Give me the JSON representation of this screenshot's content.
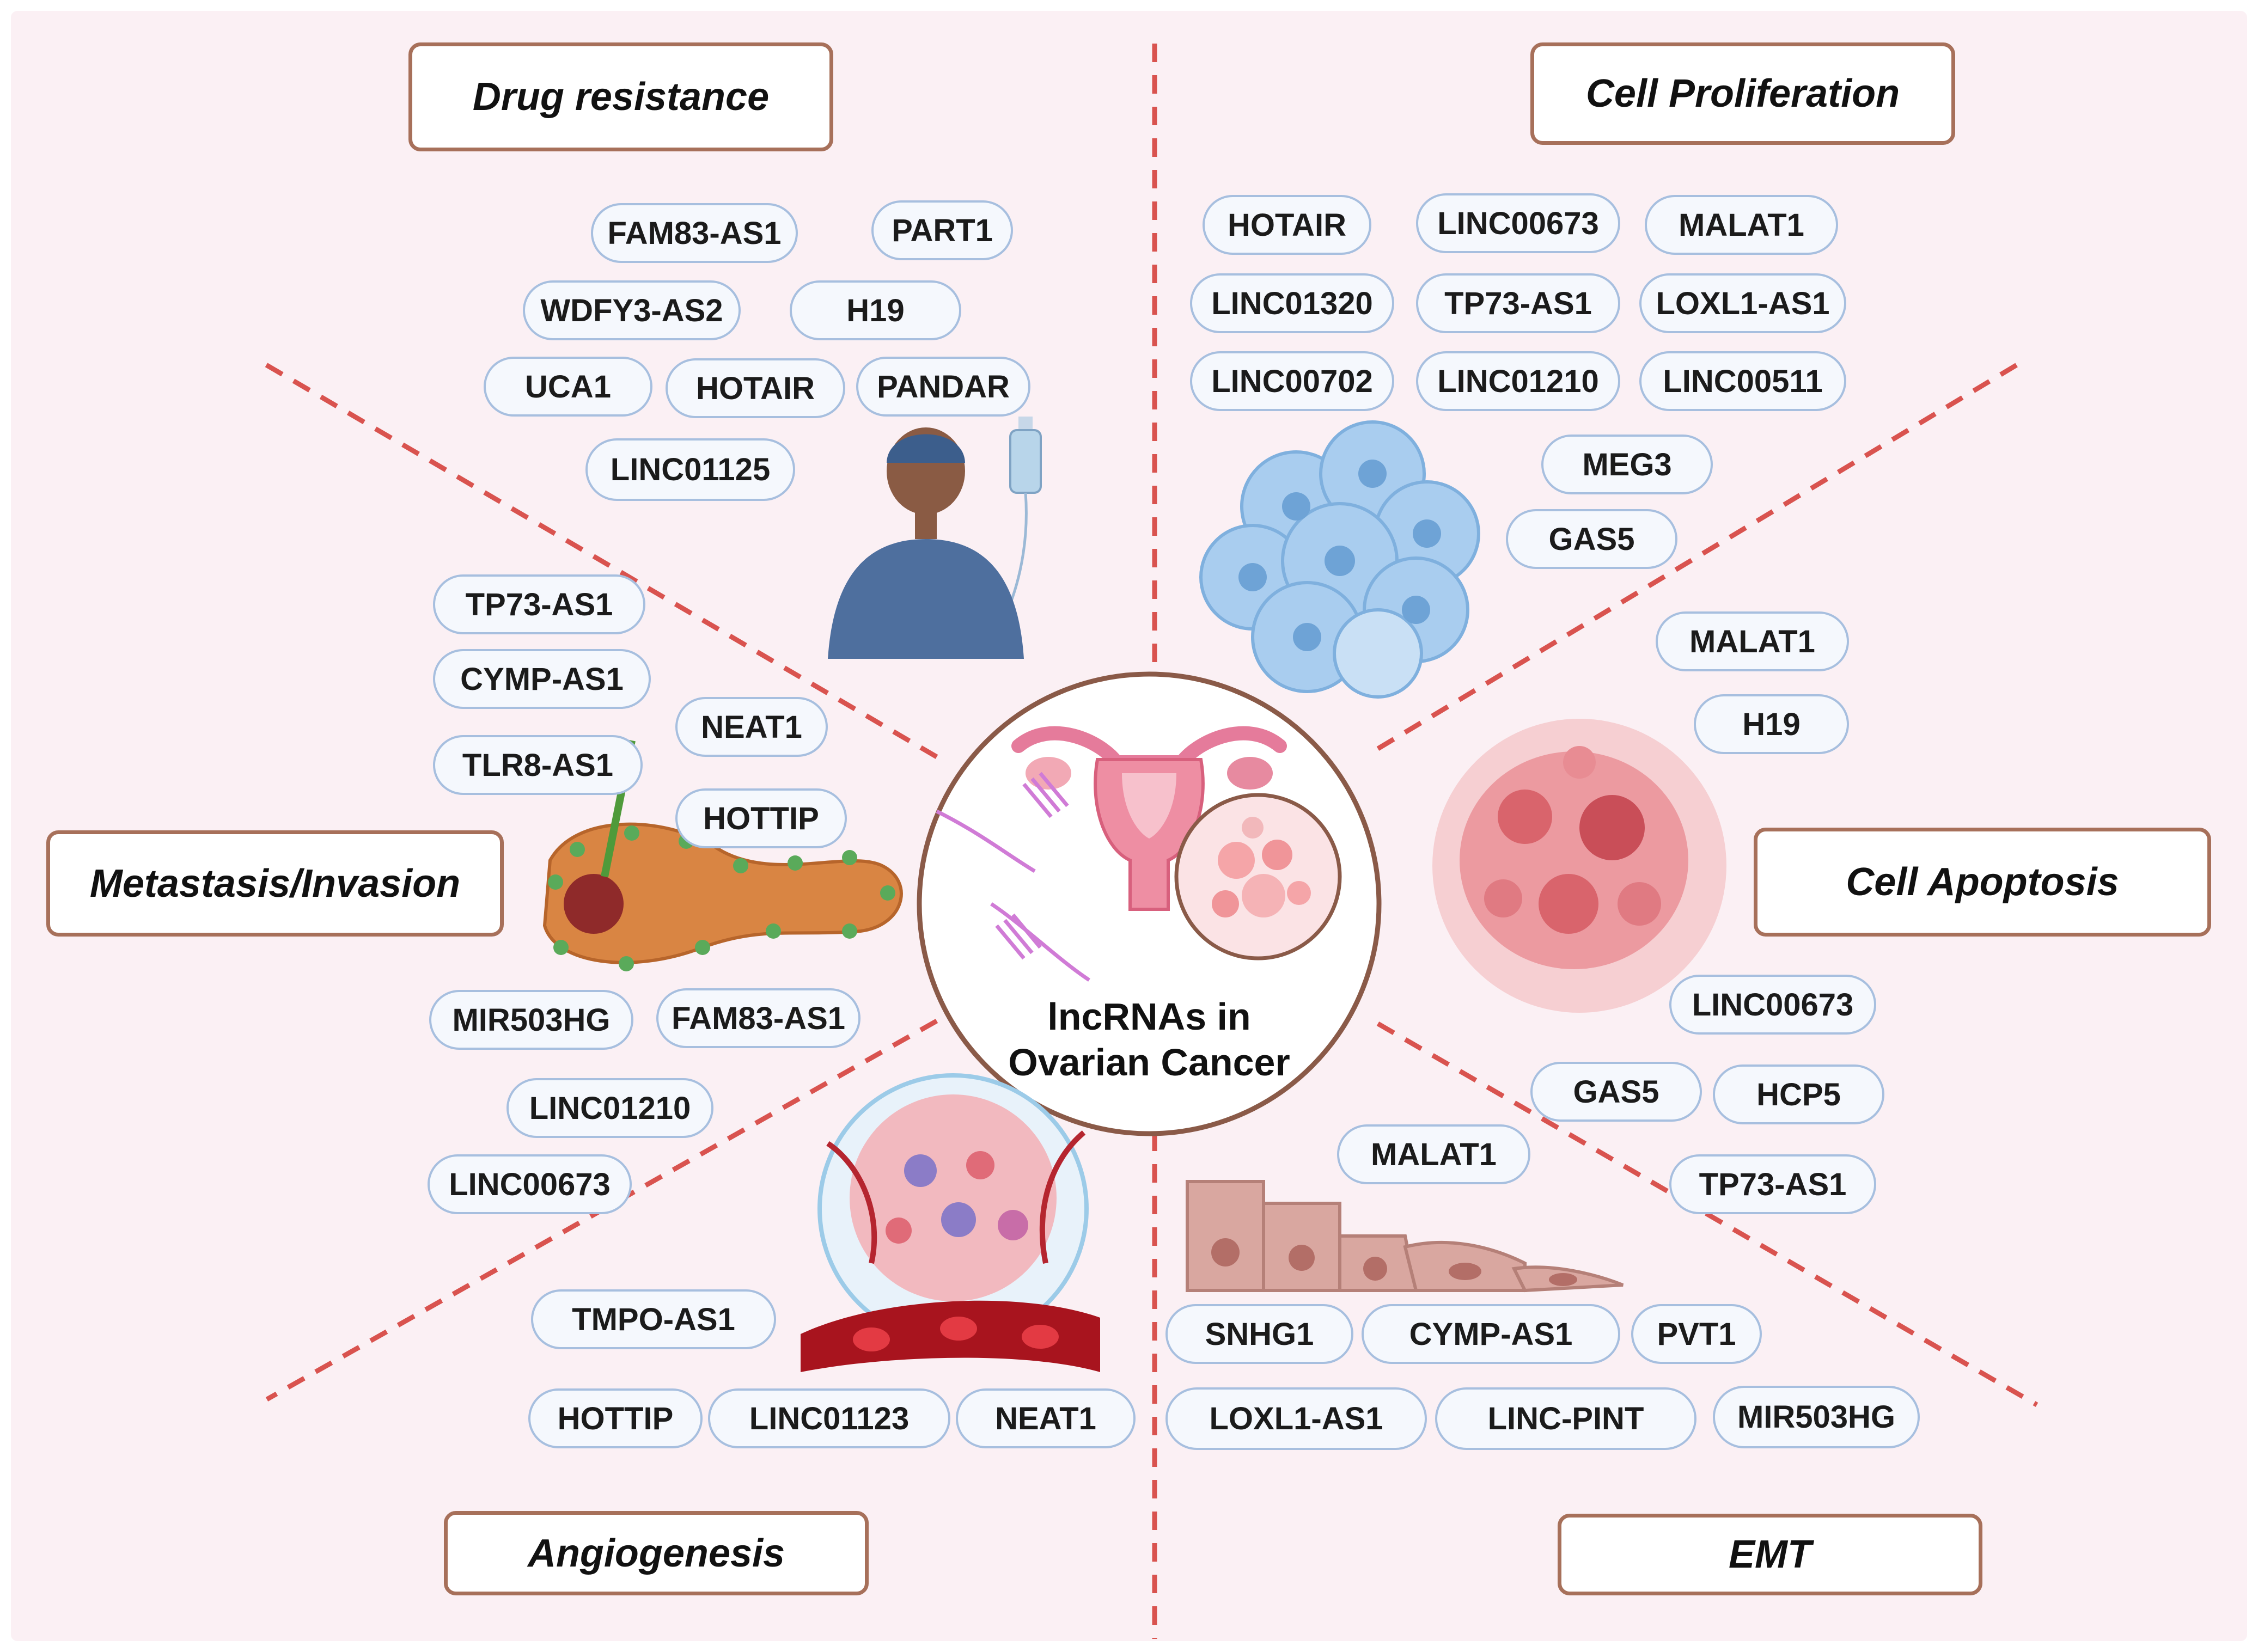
{
  "center": {
    "line1": "lncRNAs in",
    "line2": "Ovarian Cancer"
  },
  "categories": {
    "drug_resistance": "Drug resistance",
    "cell_proliferation": "Cell Proliferation",
    "metastasis_invasion": "Metastasis/Invasion",
    "cell_apoptosis": "Cell Apoptosis",
    "angiogenesis": "Angiogenesis",
    "emt": "EMT"
  },
  "genes": {
    "drug_resistance": [
      "FAM83-AS1",
      "PART1",
      "WDFY3-AS2",
      "H19",
      "UCA1",
      "HOTAIR",
      "PANDAR",
      "LINC01125"
    ],
    "cell_proliferation": [
      "HOTAIR",
      "LINC00673",
      "MALAT1",
      "LINC01320",
      "TP73-AS1",
      "LOXL1-AS1",
      "LINC00702",
      "LINC01210",
      "LINC00511",
      "MEG3",
      "GAS5"
    ],
    "metastasis_invasion": [
      "TP73-AS1",
      "CYMP-AS1",
      "TLR8-AS1",
      "NEAT1",
      "HOTTIP",
      "MIR503HG",
      "FAM83-AS1",
      "LINC01210",
      "LINC00673"
    ],
    "cell_apoptosis": [
      "MALAT1",
      "H19",
      "LINC00673",
      "GAS5",
      "HCP5",
      "TP73-AS1"
    ],
    "angiogenesis": [
      "TMPO-AS1",
      "HOTTIP",
      "LINC01123",
      "NEAT1"
    ],
    "emt": [
      "MALAT1",
      "SNHG1",
      "CYMP-AS1",
      "PVT1",
      "LOXL1-AS1",
      "LINC-PINT",
      "MIR503HG"
    ]
  },
  "colors": {
    "background": "#fbf0f4",
    "divider": "#d9534f",
    "label_border": "#a7705a",
    "pill_border": "#a7bfdf",
    "pill_fill": "#f5f8fd"
  }
}
